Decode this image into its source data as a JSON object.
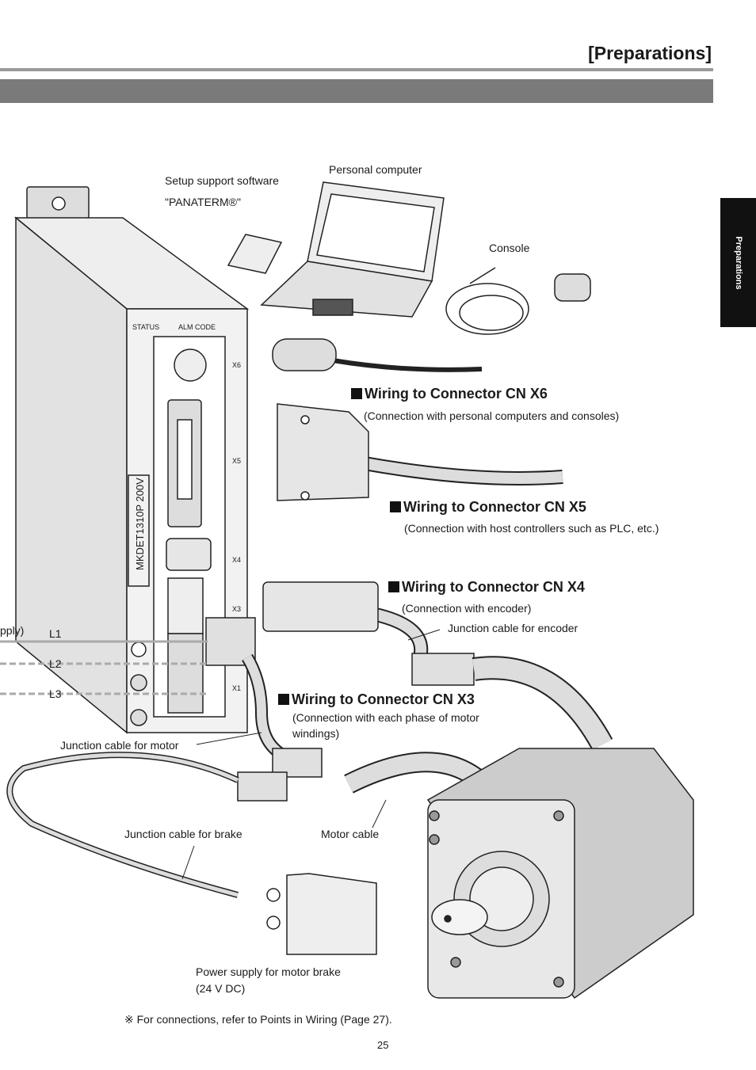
{
  "header": {
    "title": "[Preparations]",
    "side_tab": "Preparations"
  },
  "labels": {
    "setup_software_line1": "Setup support software",
    "setup_software_line2": "\"PANATERM®\"",
    "personal_computer": "Personal computer",
    "console": "Console",
    "power_supply_fragment": "pply)",
    "l1": "L1",
    "l2": "L2",
    "l3": "L3",
    "status": "STATUS",
    "alm_code": "ALM CODE",
    "model": "MKDET1310P 200V",
    "x6": "X6",
    "x5": "X5",
    "x4": "X4",
    "x3": "X3",
    "x1": "X1",
    "junction_motor": "Junction cable for motor",
    "junction_encoder": "Junction cable for encoder",
    "junction_brake": "Junction cable for brake",
    "motor_cable": "Motor cable",
    "brake_power_line1": "Power supply for motor brake",
    "brake_power_line2": "(24 V DC)"
  },
  "sections": [
    {
      "title": "Wiring to Connector CN X6",
      "desc": "(Connection with personal computers and consoles)"
    },
    {
      "title": "Wiring to Connector CN X5",
      "desc": "(Connection with host controllers such as PLC, etc.)"
    },
    {
      "title": "Wiring to Connector CN X4",
      "desc": "(Connection with encoder)"
    },
    {
      "title": "Wiring to Connector CN X3",
      "desc": "(Connection with each phase of motor windings)"
    }
  ],
  "footer": {
    "note": "※ For connections, refer to Points in Wiring (Page 27).",
    "page_number": "25"
  }
}
